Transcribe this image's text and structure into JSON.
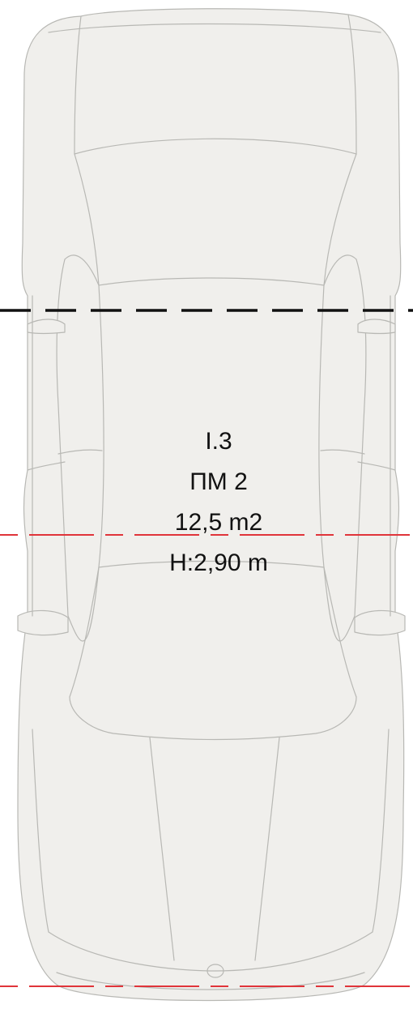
{
  "space": {
    "id": "I.3",
    "type": "ПМ 2",
    "area": "12,5 m2",
    "height": "H:2,90 m"
  },
  "colors": {
    "car_fill": "#f0efec",
    "car_outline": "#b8b8b4",
    "black_dash": "#111111",
    "red_dash": "#e0343a",
    "text": "#111111"
  },
  "icons": {
    "car": "car-top-view-icon"
  }
}
